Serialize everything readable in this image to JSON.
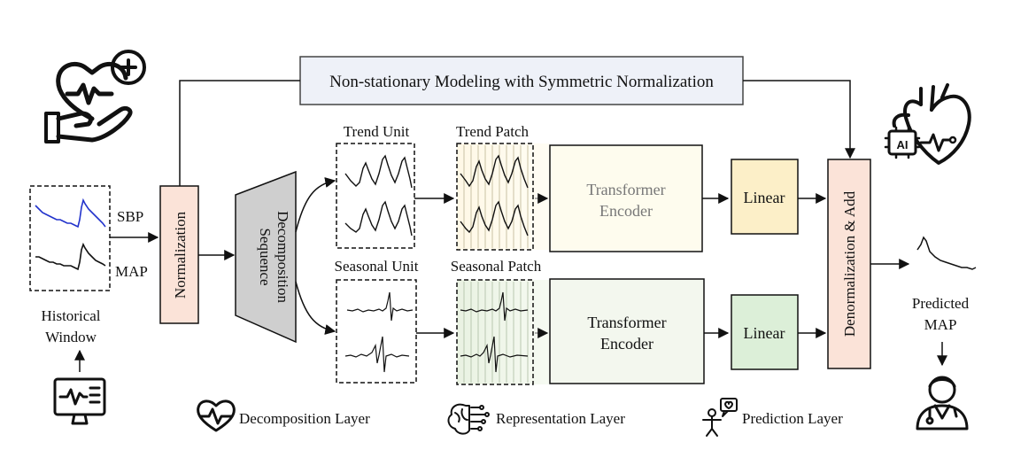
{
  "top_banner": "Non-stationary Modeling with Symmetric Normalization",
  "input": {
    "sbp_label": "SBP",
    "map_label": "MAP",
    "window_label_1": "Historical",
    "window_label_2": "Window"
  },
  "normalization_label": "Normalization",
  "decomposition": {
    "line1": "Sequence",
    "line2": "Decomposition"
  },
  "trend": {
    "unit_label": "Trend Unit",
    "patch_label": "Trend Patch"
  },
  "seasonal": {
    "unit_label": "Seasonal Unit",
    "patch_label": "Seasonal Patch"
  },
  "encoder_top": {
    "line1": "Transformer",
    "line2": "Encoder"
  },
  "encoder_bottom": {
    "line1": "Transformer",
    "line2": "Encoder"
  },
  "linear_top": "Linear",
  "linear_bottom": "Linear",
  "denorm_label": "Denormalization & Add",
  "output": {
    "line1": "Predicted",
    "line2": "MAP"
  },
  "ai_badge": "AI",
  "legend": {
    "decomposition": "Decomposition Layer",
    "representation": "Representation Layer",
    "prediction": "Prediction Layer"
  },
  "colors": {
    "norm_fill": "#fbe3d8",
    "decomp_fill": "#cfcfcf",
    "encoder_top_fill": "#fefcee",
    "encoder_bottom_fill": "#f3f7ee",
    "linear_top_fill": "#fcefc8",
    "linear_bottom_fill": "#dcefd8",
    "denorm_fill": "#fbe3d8",
    "sbp_line": "#2233cc"
  }
}
